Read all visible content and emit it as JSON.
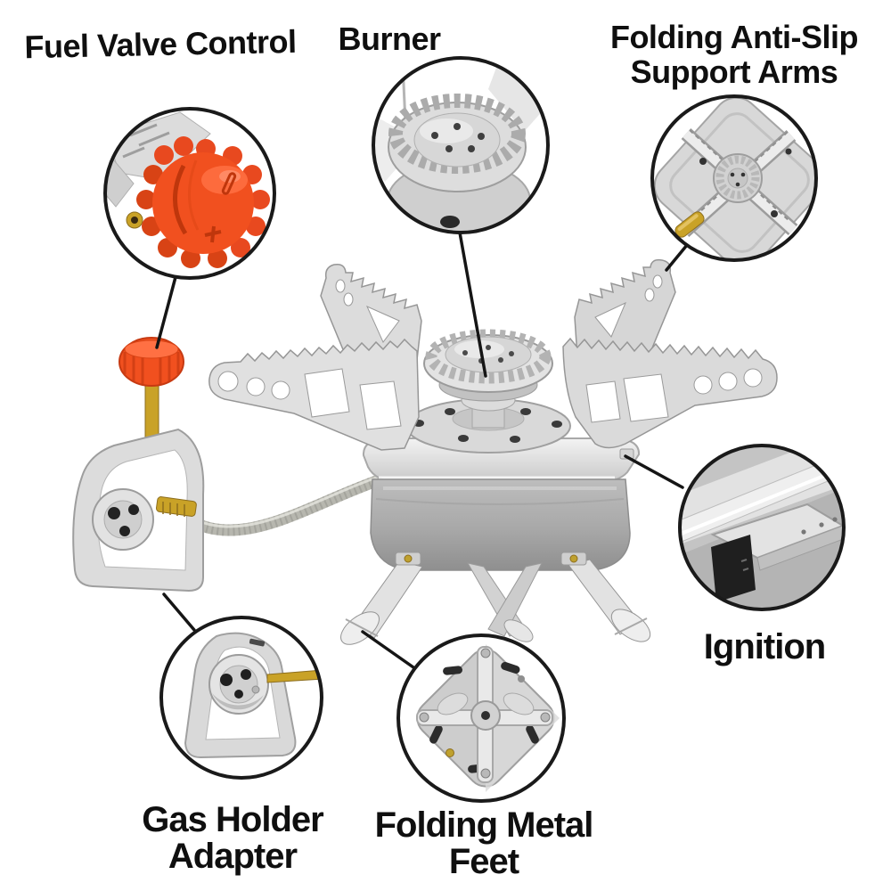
{
  "diagram": {
    "product": "portable folding camping gas stove",
    "labels": {
      "fuel_valve": {
        "text": "Fuel Valve Control"
      },
      "burner": {
        "text": "Burner"
      },
      "support_arms": {
        "line1": "Folding Anti-Slip",
        "line2": "Support Arms"
      },
      "ignition": {
        "text": "Ignition"
      },
      "gas_holder": {
        "line1": "Gas Holder",
        "line2": "Adapter"
      },
      "feet": {
        "line1": "Folding Metal",
        "line2": "Feet"
      }
    },
    "colors": {
      "background": "#ffffff",
      "text": "#0f0f0f",
      "leader_line": "#151515",
      "callout_ring": "#1a1a1a",
      "knob_orange": "#f1501f",
      "knob_orange_dark": "#c73a12",
      "chrome_light": "#ececec",
      "chrome_mid": "#d9d9d9",
      "body_grey": "#adadad",
      "brass": "#c9a227"
    }
  }
}
